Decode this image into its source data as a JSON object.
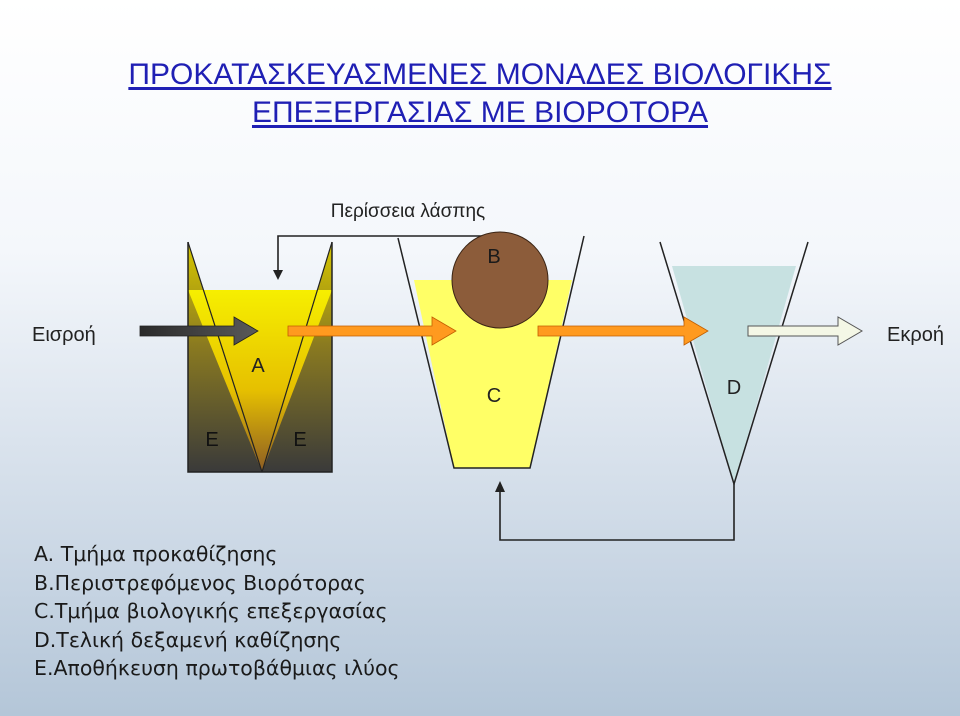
{
  "title": {
    "line1": "ΠΡΟΚΑΤΑΣΚΕΥΑΣΜΕΝΕΣ ΜΟΝΑΔΕΣ ΒΙΟΛΟΓΙΚΗΣ",
    "line2": "ΕΠΕΞΕΡΓΑΣΙΑΣ ΜΕ ΒΙΟΡΟΤΟΡΑ"
  },
  "diagram": {
    "excess_sludge_label": "Περίσσεια λάσπης",
    "inflow_label": "Εισροή",
    "outflow_label": "Εκροή",
    "tank_a_label": "A",
    "storage_left_label": "E",
    "storage_right_label": "E",
    "rotor_label": "B",
    "tank_c_label": "C",
    "tank_d_label": "D"
  },
  "colors": {
    "title": "#1f1fb4",
    "tank_a_fill": "#f6f000",
    "tank_c_fill": "#ffff66",
    "tank_d_fill": "#c7e1e1",
    "rotor_fill": "#8c5c3a",
    "arrow_orange": "#ff9a1f",
    "arrow_dark": "#3a3a3a",
    "arrow_outflow": "#f4f7e6"
  },
  "legend": [
    "A. Τμήμα προκαθίζησης",
    "B.Περιστρεφόμενος Βιορότορας",
    "C.Τμήμα βιολογικής επεξεργασίας",
    "D.Τελική δεξαμενή καθίζησης",
    "E.Αποθήκευση πρωτοβάθμιας ιλύος"
  ]
}
